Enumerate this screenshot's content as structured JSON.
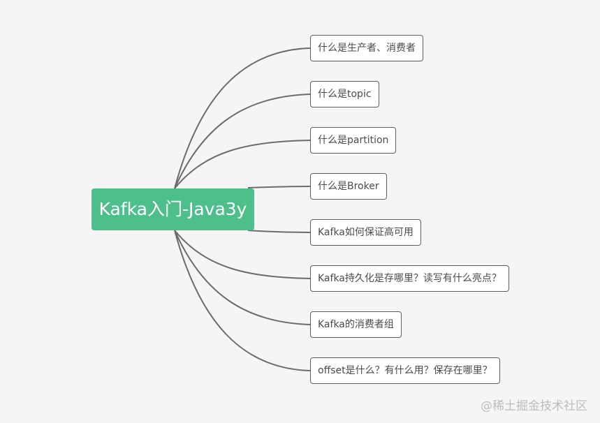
{
  "root": {
    "label": "Kafka入门-Java3y",
    "color": "#4cbf8a"
  },
  "branches": [
    {
      "label": "什么是生产者、消费者"
    },
    {
      "label": "什么是topic"
    },
    {
      "label": "什么是partition"
    },
    {
      "label": "什么是Broker"
    },
    {
      "label": "Kafka如何保证高可用"
    },
    {
      "label": "Kafka持久化是存哪里？读写有什么亮点？"
    },
    {
      "label": "Kafka的消费者组"
    },
    {
      "label": "offset是什么？有什么用？保存在哪里？"
    }
  ],
  "watermark": {
    "label": "@稀土掘金技术社区"
  },
  "colors": {
    "background": "#f5f5f5",
    "connector": "#6b6b6b",
    "node_border": "#5e5e5e",
    "node_text": "#4a4a4a"
  }
}
